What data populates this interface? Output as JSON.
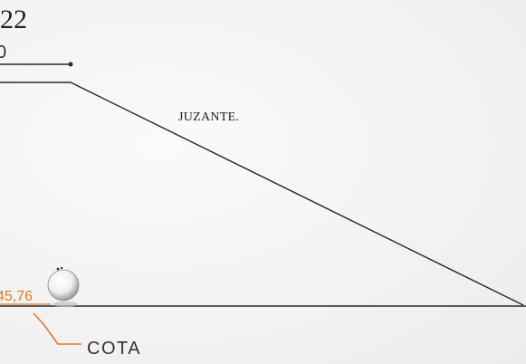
{
  "title_fragment": "22",
  "dimension_fragment": "0",
  "side_label": "JUZANTE.",
  "elevation_value": "45,76",
  "elevation_label": "COTA",
  "colors": {
    "ink": "#2a2a2a",
    "accent": "#e07a2a",
    "paper": "#f4f4f4"
  },
  "icons": [
    "ball-marker-icon",
    "dimension-tick-icon"
  ]
}
